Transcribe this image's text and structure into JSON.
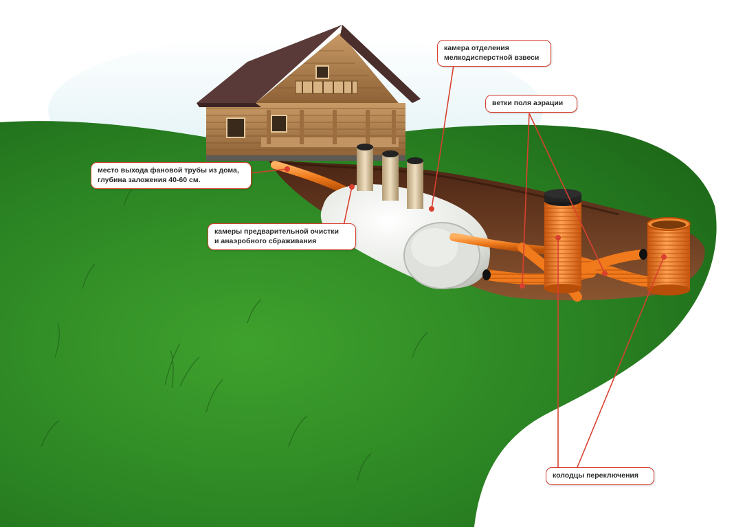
{
  "diagram": {
    "labels": {
      "camera_fine": [
        "камера отделения",
        "мелкодисперстной взвеси"
      ],
      "aeration": [
        "ветки поля аэрации"
      ],
      "pipe_exit": [
        "место выхода фановой трубы из дома,",
        "глубина заложения 40-60 см."
      ],
      "pre_clean": [
        "камеры предварительной очистки",
        "и анаэробного сбраживания"
      ],
      "switch_wells": [
        "колодцы переключения"
      ]
    },
    "colors": {
      "grass_dark": "#1e6a1a",
      "grass_light": "#3fa12d",
      "soil": "#6b3a22",
      "pipe_orange": "#f07a1c",
      "tank": "#eceeea",
      "leader_line": "#d9402f",
      "wood": "#a87748",
      "roof": "#5a3a38"
    }
  }
}
